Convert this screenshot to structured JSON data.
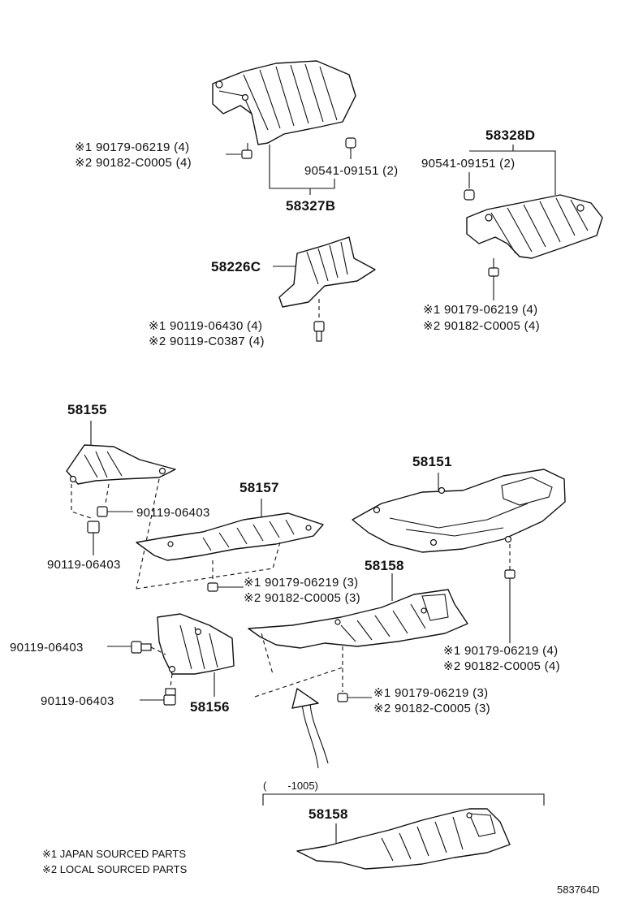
{
  "labels": {
    "p58327B": "58327B",
    "p58328D": "58328D",
    "p58226C": "58226C",
    "p58155": "58155",
    "p58157": "58157",
    "p58151": "58151",
    "p58158_a": "58158",
    "p58156": "58156",
    "p58158_b": "58158",
    "range": "(　　-1005)",
    "diagram_id": "583764D"
  },
  "callouts": {
    "c1_l1": "※1 90179-06219 (4)",
    "c1_l2": "※2 90182-C0005 (4)",
    "c2": "90541-09151 (2)",
    "c3": "90541-09151 (2)",
    "c4_l1": "※1 90179-06219 (4)",
    "c4_l2": "※2 90182-C0005 (4)",
    "c5_l1": "※1 90119-06430 (4)",
    "c5_l2": "※2 90119-C0387 (4)",
    "c6": "90119-06403",
    "c7": "90119-06403",
    "c8_l1": "※1 90179-06219 (3)",
    "c8_l2": "※2 90182-C0005 (3)",
    "c9_l1": "※1 90179-06219 (4)",
    "c9_l2": "※2 90182-C0005 (4)",
    "c10": "90119-06403",
    "c11": "90119-06403",
    "c12_l1": "※1 90179-06219 (3)",
    "c12_l2": "※2 90182-C0005 (3)"
  },
  "legend": {
    "note1": "※1 JAPAN SOURCED PARTS",
    "note2": "※2 LOCAL SOURCED PARTS"
  }
}
